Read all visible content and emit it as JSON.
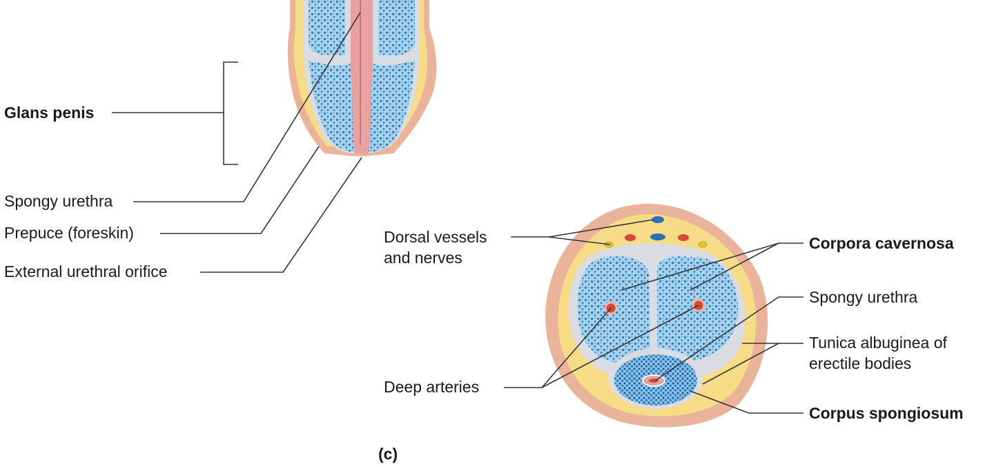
{
  "labels": {
    "glans_penis": "Glans penis",
    "spongy_urethra_left": "Spongy urethra",
    "prepuce": "Prepuce (foreskin)",
    "external_urethral_orifice": "External urethral orifice",
    "dorsal_vessels_line1": "Dorsal vessels",
    "dorsal_vessels_line2": "and nerves",
    "deep_arteries": "Deep arteries",
    "corpora_cavernosa": "Corpora cavernosa",
    "spongy_urethra_right": "Spongy urethra",
    "tunica_line1": "Tunica albuginea of",
    "tunica_line2": "erectile bodies",
    "corpus_spongiosum": "Corpus spongiosum",
    "panel": "(c)"
  },
  "colors": {
    "skin": "#e9b49a",
    "fat": "#f6dc86",
    "tunica": "#d9dde3",
    "erectile_tissue": "#a9d3ec",
    "erectile_dots": "#2f7fc0",
    "urethra": "#e9a0a0",
    "artery": "#d24a3a",
    "vein": "#2a6fb5",
    "nerve": "#e8c23a",
    "leader_line": "#333333"
  }
}
